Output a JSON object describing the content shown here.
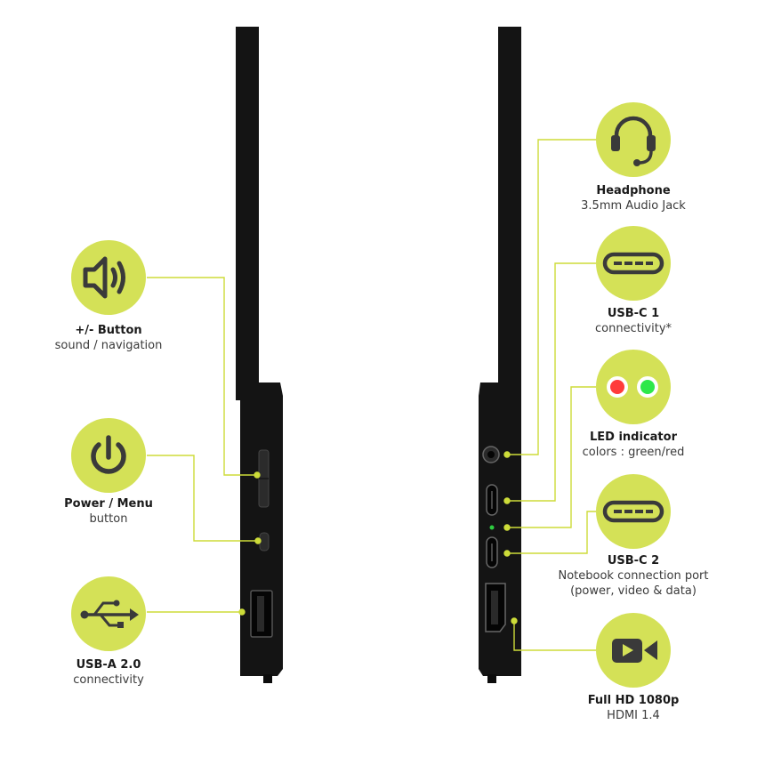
{
  "left": {
    "volume": {
      "title": "+/- Button",
      "subtitle": "sound / navigation",
      "icon": "speaker-icon"
    },
    "power": {
      "title": "Power / Menu",
      "subtitle": "button",
      "icon": "power-icon"
    },
    "usb_a": {
      "title": "USB-A 2.0",
      "subtitle": "connectivity",
      "icon": "usb-icon"
    }
  },
  "right": {
    "headphone": {
      "title": "Headphone",
      "subtitle": "3.5mm Audio Jack",
      "icon": "headphone-icon"
    },
    "usbc1": {
      "title": "USB-C 1",
      "subtitle": "connectivity*",
      "icon": "usb-c-port-icon"
    },
    "led": {
      "title": "LED indicator",
      "subtitle": "colors : green/red",
      "icon": "led-icon"
    },
    "usbc2": {
      "title": "USB-C 2",
      "subtitle": "Notebook connection port",
      "subtitle2": "(power, video & data)",
      "icon": "usb-c-port-icon"
    },
    "hdmi": {
      "title": "Full HD 1080p",
      "subtitle": "HDMI 1.4",
      "icon": "video-camera-icon"
    }
  },
  "colors": {
    "accent": "#d4e157",
    "line": "#cddc39",
    "device": "#141414",
    "icon": "#3a3a3a"
  }
}
